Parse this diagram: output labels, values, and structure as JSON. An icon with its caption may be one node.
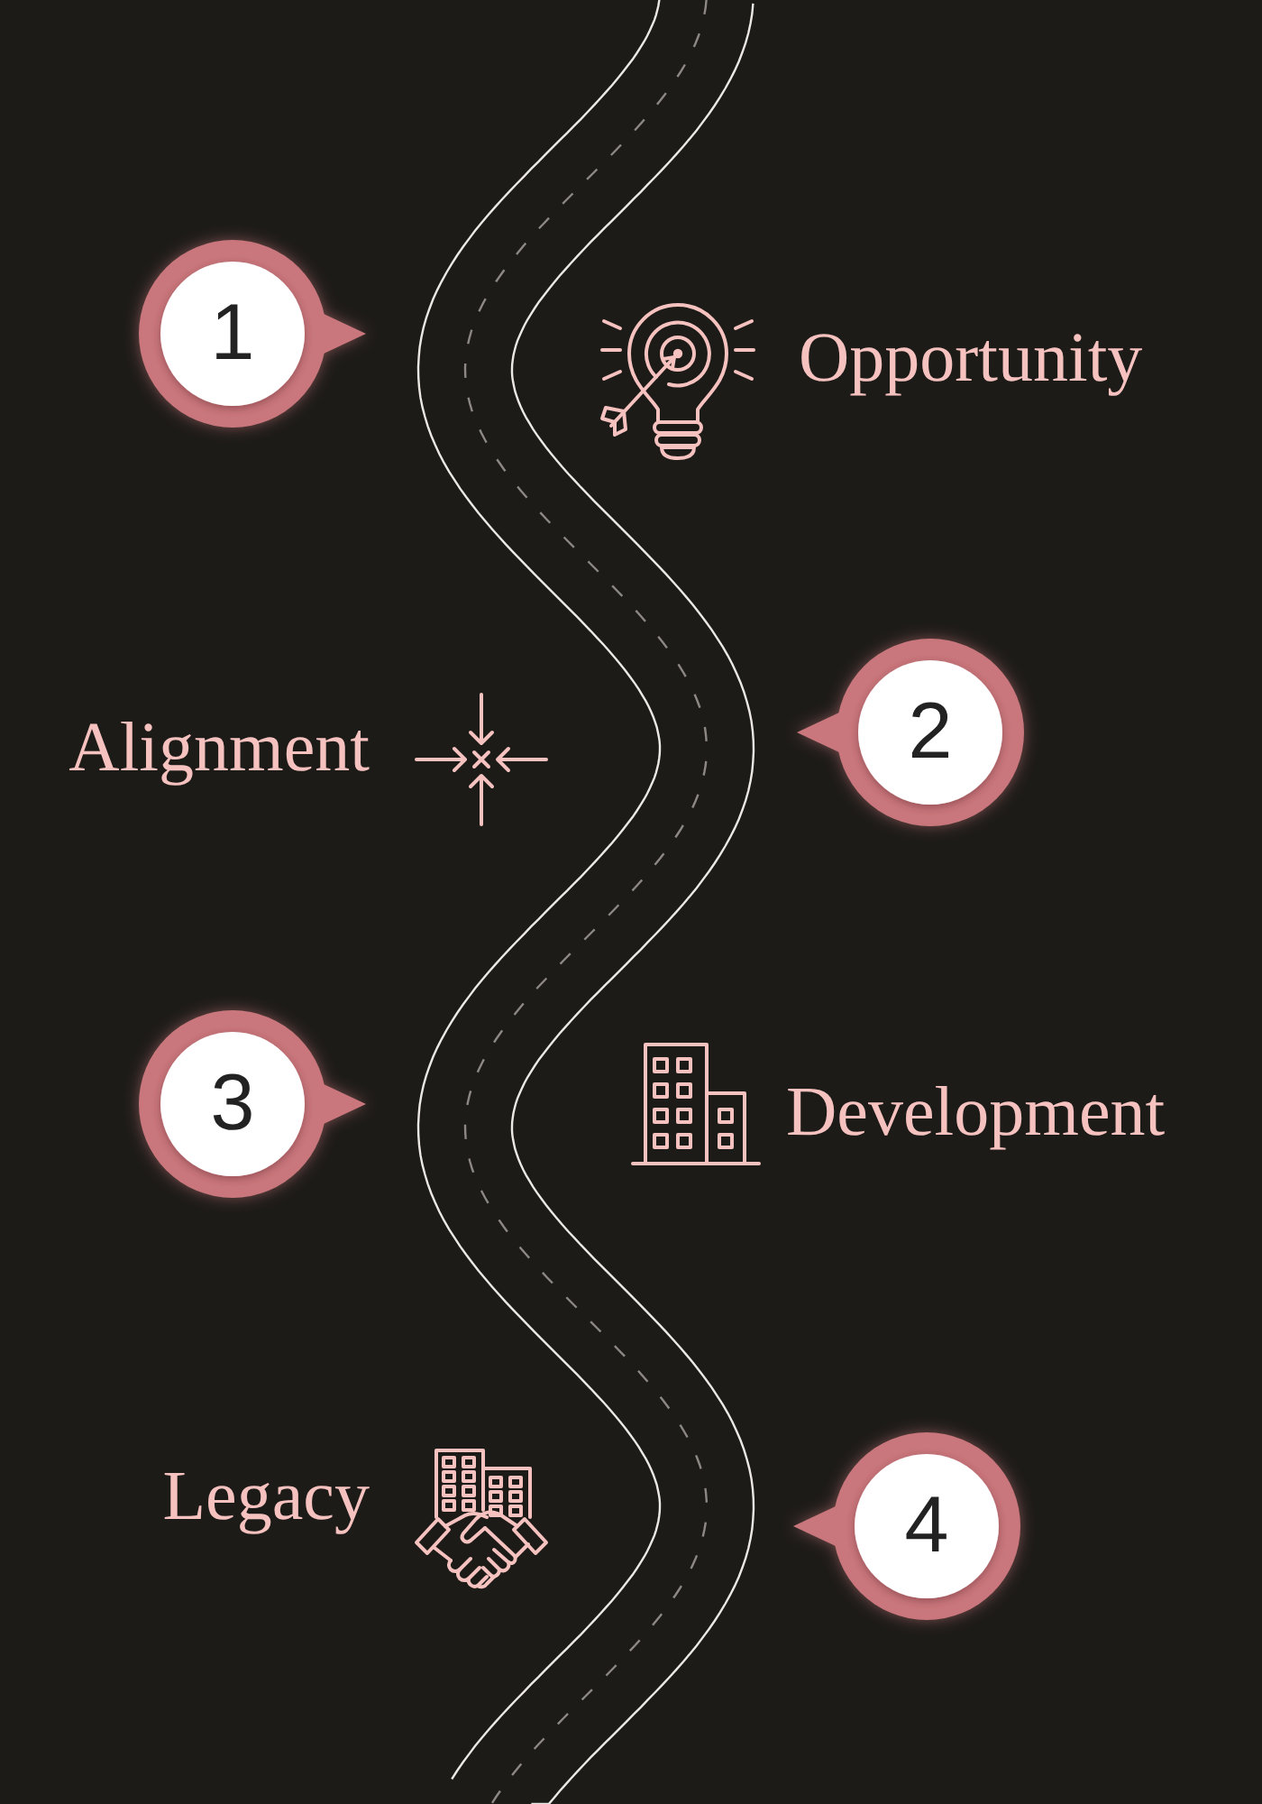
{
  "diagram": {
    "nodes": [
      {
        "text": [
          "1"
        ]
      },
      {
        "text": [
          "2"
        ]
      },
      {
        "text": [
          "3"
        ]
      },
      {
        "text": [
          "4"
        ]
      }
    ],
    "labels": [
      "Opportunity",
      "Alignment",
      "Development",
      "Legacy"
    ]
  }
}
